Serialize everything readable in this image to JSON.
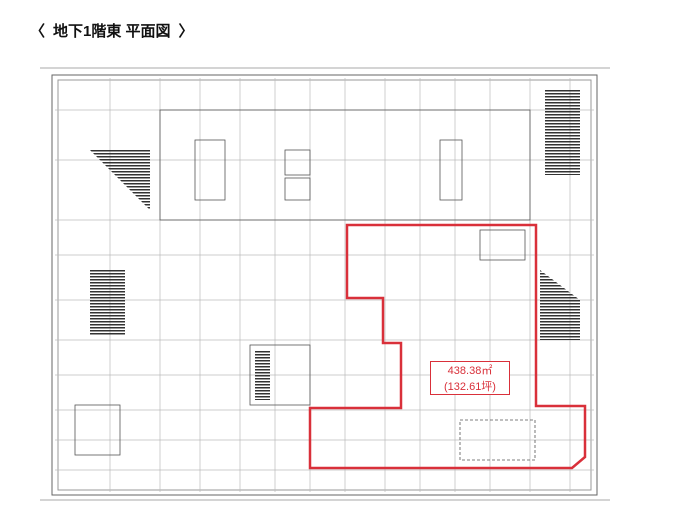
{
  "header": {
    "prev_icon": "chevron-left",
    "next_icon": "chevron-right",
    "prev_glyph": "〈",
    "next_glyph": "〉",
    "title": "地下1階東 平面図"
  },
  "plan": {
    "area_sqm": "438.38㎡",
    "area_tsubo": "(132.61坪)",
    "highlight_color": "#d9303a"
  }
}
